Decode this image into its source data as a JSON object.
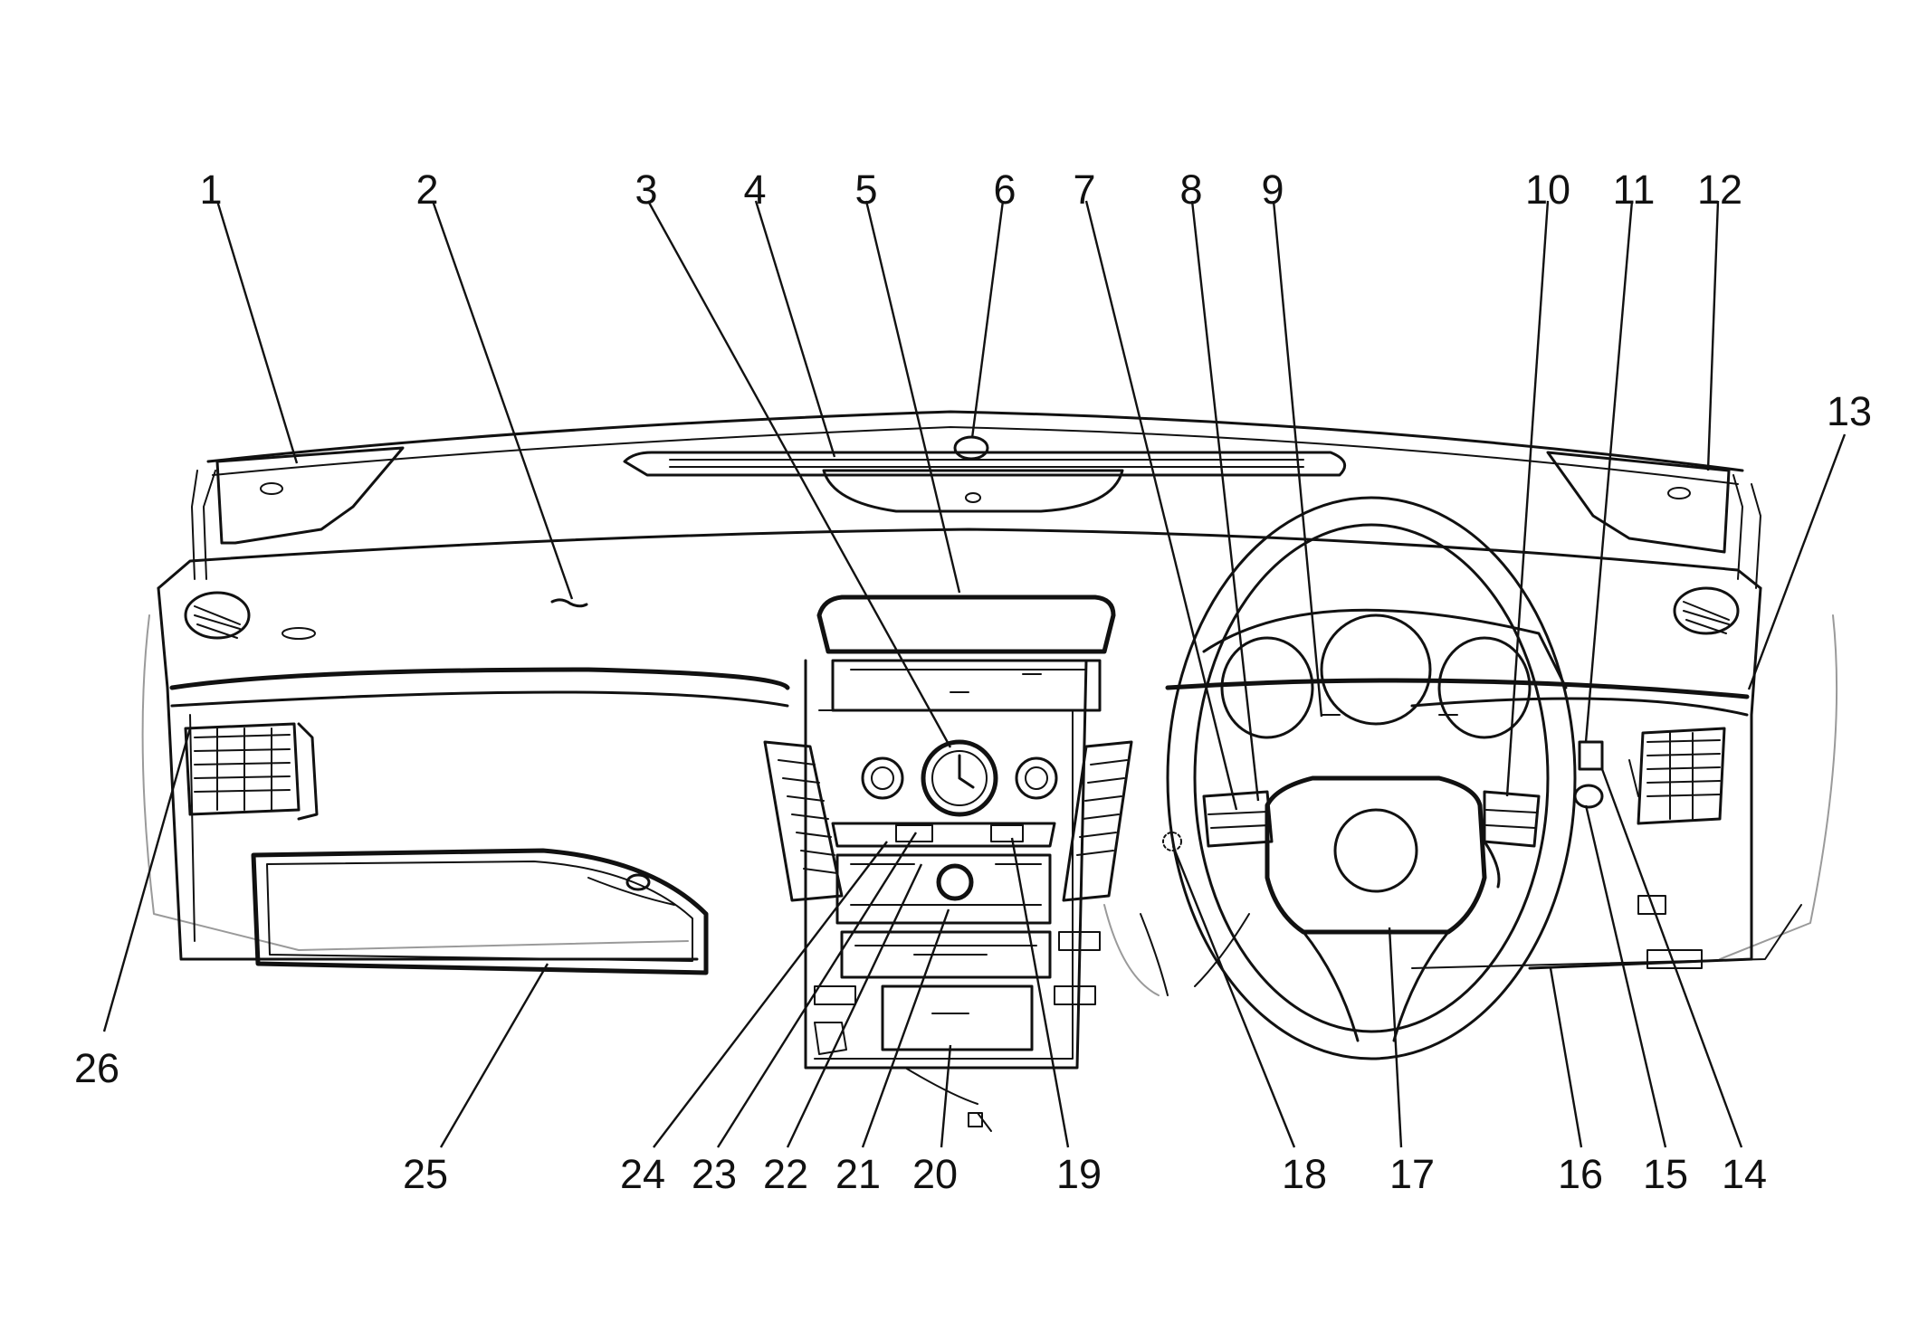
{
  "callouts": [
    {
      "n": "1"
    },
    {
      "n": "2"
    },
    {
      "n": "3"
    },
    {
      "n": "4"
    },
    {
      "n": "5"
    },
    {
      "n": "6"
    },
    {
      "n": "7"
    },
    {
      "n": "8"
    },
    {
      "n": "9"
    },
    {
      "n": "10"
    },
    {
      "n": "11"
    },
    {
      "n": "12"
    },
    {
      "n": "13"
    },
    {
      "n": "14"
    },
    {
      "n": "15"
    },
    {
      "n": "16"
    },
    {
      "n": "17"
    },
    {
      "n": "18"
    },
    {
      "n": "19"
    },
    {
      "n": "20"
    },
    {
      "n": "21"
    },
    {
      "n": "22"
    },
    {
      "n": "23"
    },
    {
      "n": "24"
    },
    {
      "n": "25"
    },
    {
      "n": "26"
    }
  ],
  "colors": {
    "line": "#111111",
    "background": "#ffffff",
    "light_line": "#9a9a9a"
  }
}
